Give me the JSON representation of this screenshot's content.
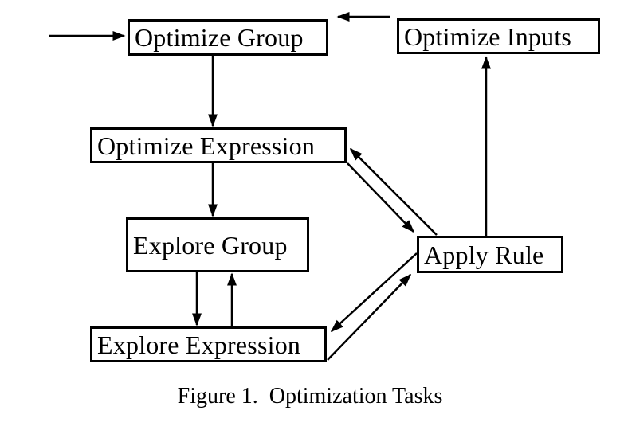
{
  "figure": {
    "caption": "Figure 1.  Optimization Tasks",
    "colors": {
      "ink": "#000000",
      "background": "#ffffff"
    },
    "nodes": [
      {
        "id": "optimize-group",
        "label": "Optimize Group"
      },
      {
        "id": "optimize-inputs",
        "label": "Optimize Inputs"
      },
      {
        "id": "optimize-expression",
        "label": "Optimize Expression"
      },
      {
        "id": "explore-group",
        "label": "Explore Group"
      },
      {
        "id": "apply-rule",
        "label": "Apply Rule"
      },
      {
        "id": "explore-expression",
        "label": "Explore Expression"
      }
    ],
    "edges": [
      {
        "from": "start",
        "to": "Optimize Group"
      },
      {
        "from": "Optimize Inputs",
        "to": "Optimize Group"
      },
      {
        "from": "Optimize Group",
        "to": "Optimize Expression"
      },
      {
        "from": "Optimize Expression",
        "to": "Explore Group"
      },
      {
        "from": "Explore Group",
        "to": "Explore Expression"
      },
      {
        "from": "Explore Expression",
        "to": "Explore Group"
      },
      {
        "from": "Apply Rule",
        "to": "Optimize Expression"
      },
      {
        "from": "Optimize Expression",
        "to": "Apply Rule"
      },
      {
        "from": "Apply Rule",
        "to": "Explore Expression"
      },
      {
        "from": "Explore Expression",
        "to": "Apply Rule"
      },
      {
        "from": "Apply Rule",
        "to": "Optimize Inputs"
      }
    ]
  }
}
